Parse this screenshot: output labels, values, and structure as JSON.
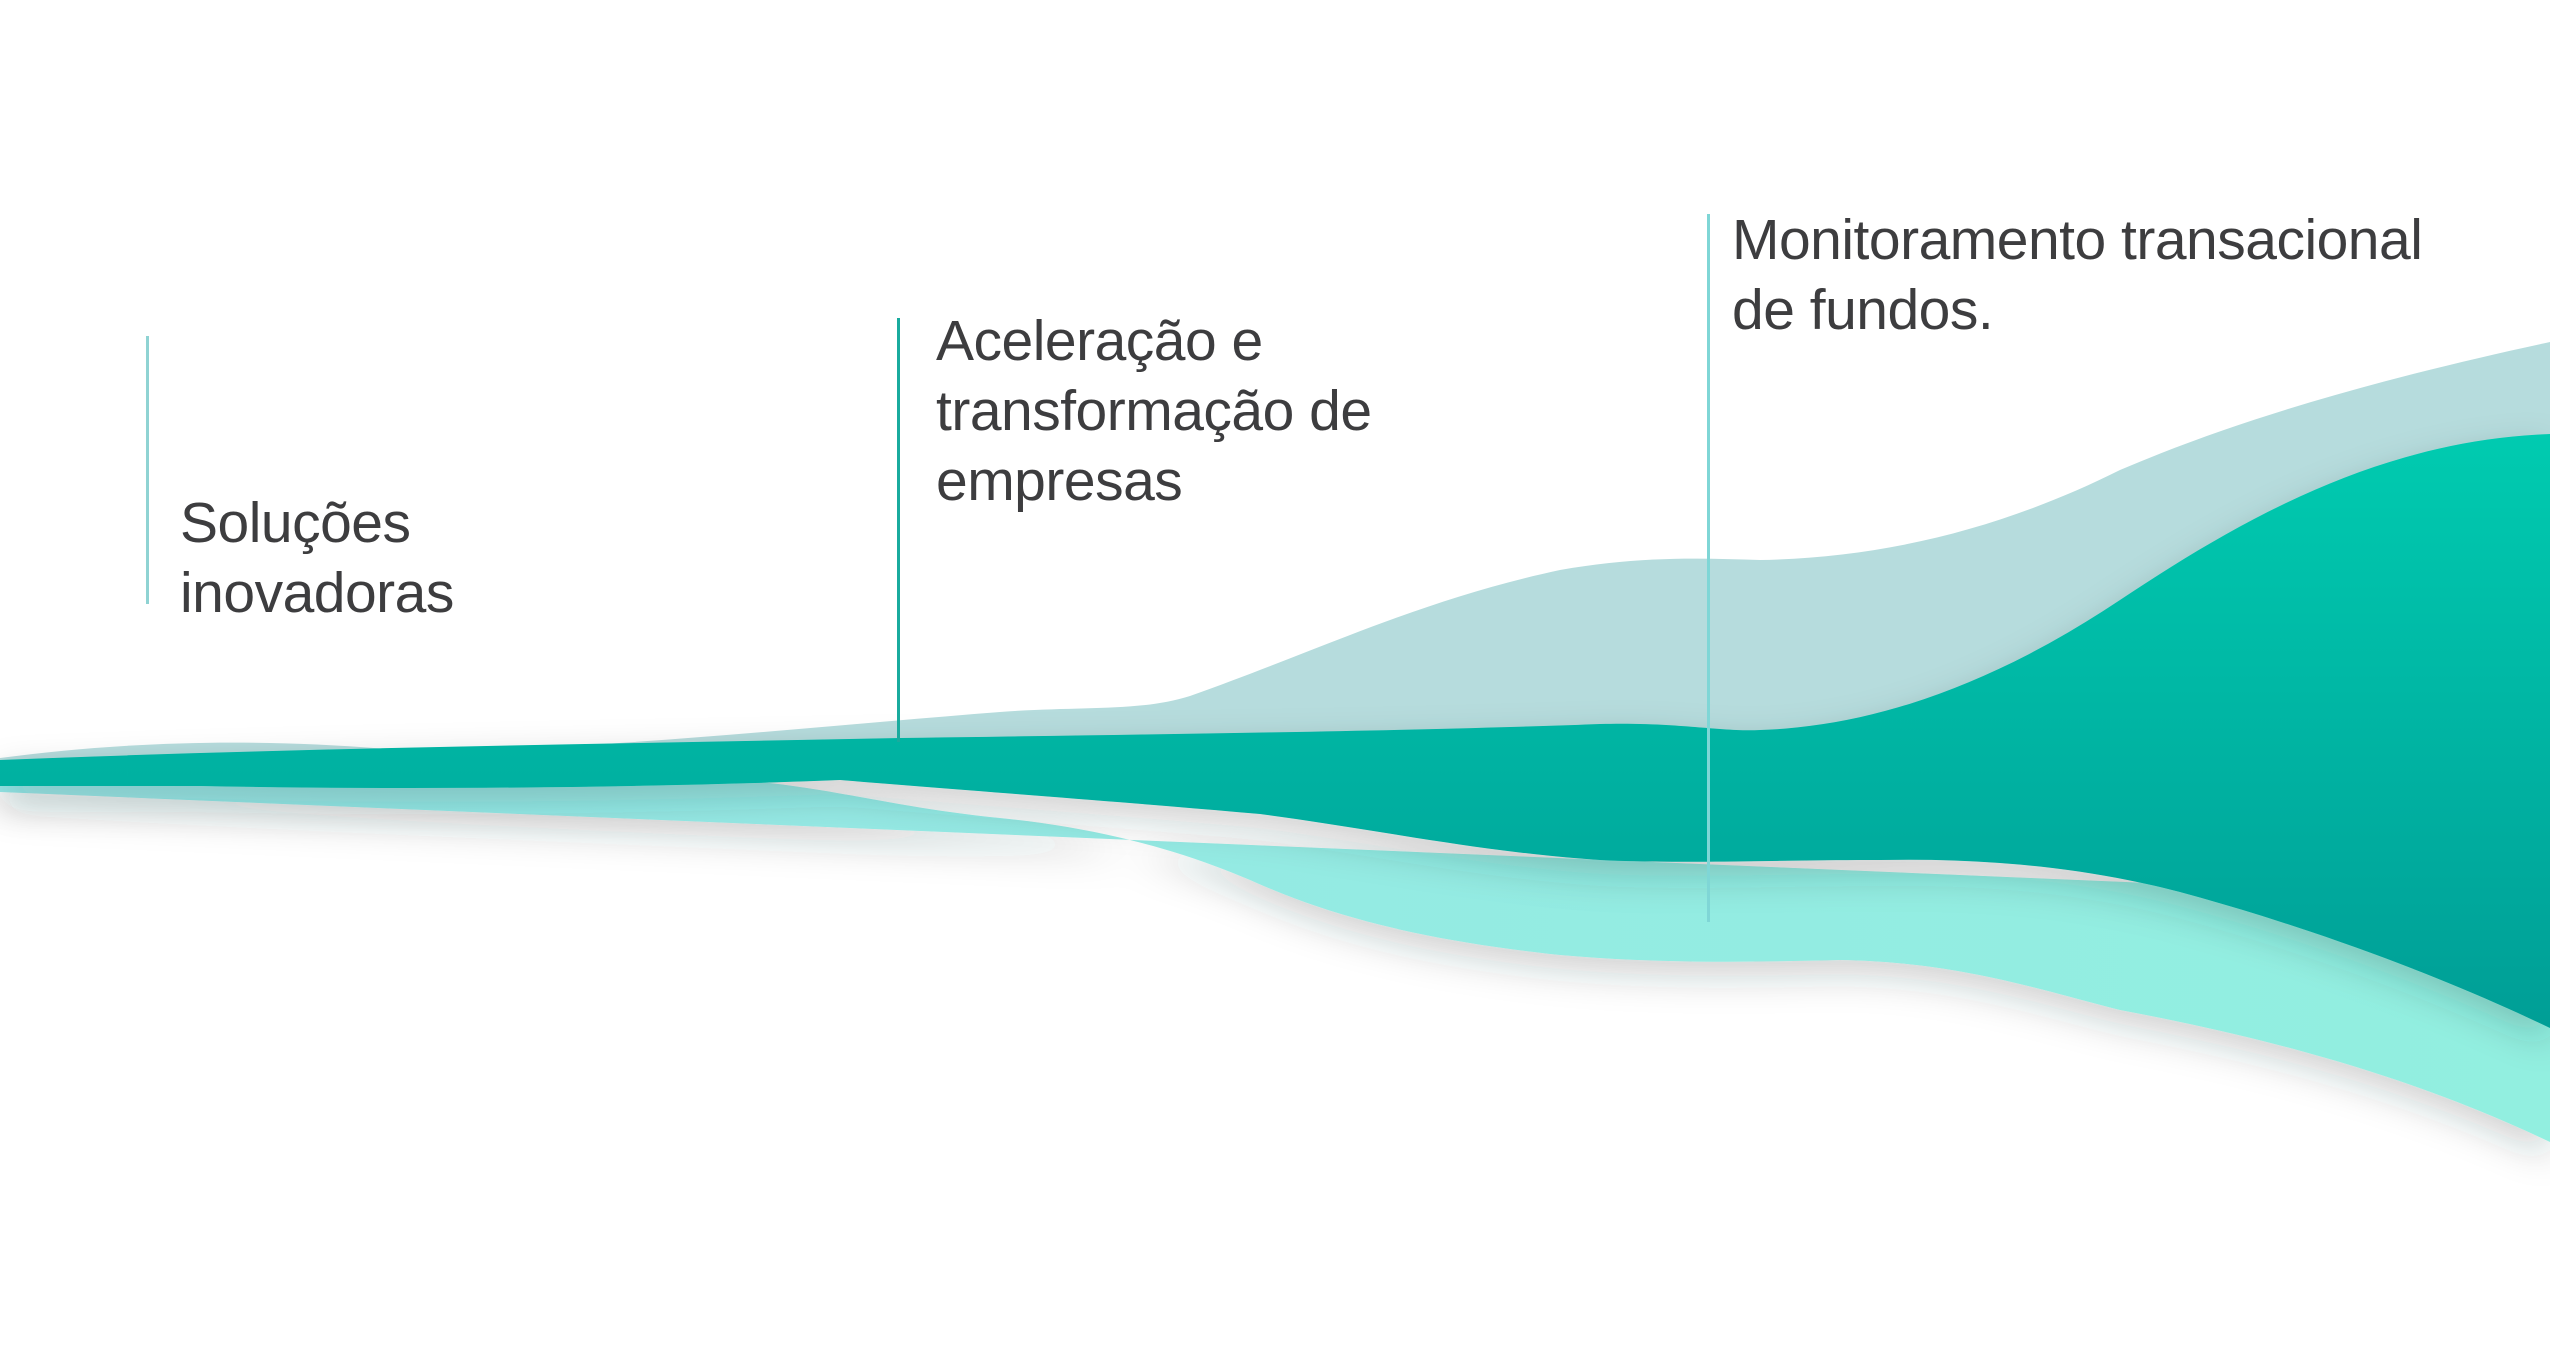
{
  "colors": {
    "background": "#ffffff",
    "text": "#3d3d3f",
    "wave_back": "#b6dcdd",
    "wave_light": "#96e6e6",
    "wave_light_end": "#92efe0",
    "wave_main_top": "#00cbb0",
    "wave_main_bottom": "#009e96",
    "marker_light": "#8fd3d3",
    "marker_dark": "#19ab9e"
  },
  "milestones": [
    {
      "id": "solucoes",
      "lines": [
        "Soluções",
        "inovadoras"
      ],
      "marker_color": "#8fd3d3"
    },
    {
      "id": "aceleracao",
      "lines": [
        "Aceleração e",
        "transformação de",
        "empresas"
      ],
      "marker_color": "#19ab9e"
    },
    {
      "id": "monitoramento",
      "lines": [
        "Monitoramento transacional",
        "de fundos."
      ],
      "marker_color": "#7fd6d6"
    }
  ]
}
